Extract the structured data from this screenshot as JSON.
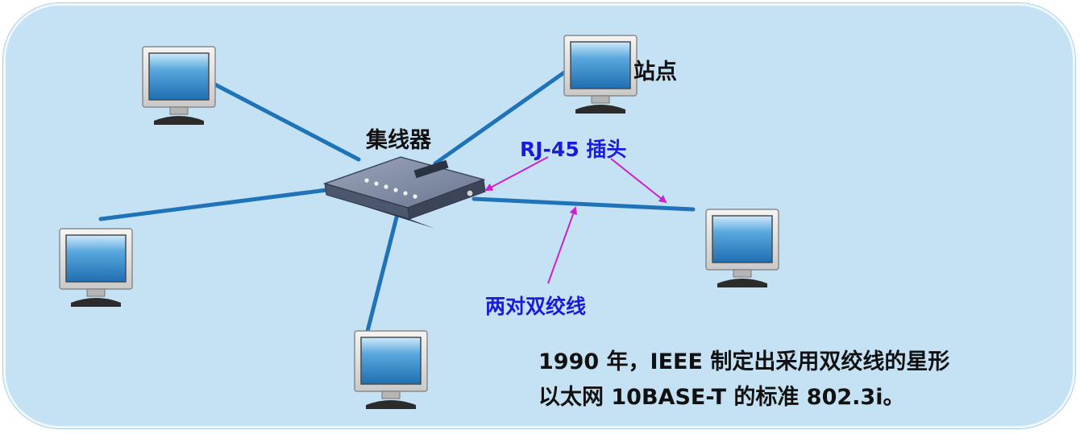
{
  "labels": {
    "hub": "集线器",
    "station": "站点",
    "rj45": "RJ-45 插头",
    "twisted_pair": "两对双绞线"
  },
  "caption": {
    "line1": "1990 年，IEEE 制定出采用双绞线的星形",
    "line2": "以太网 10BASE-T 的标准 802.3i。"
  },
  "colors": {
    "background": "#c5e2f5",
    "cable": "#1f73b8",
    "arrow": "#cc22cc",
    "label_blue": "#1a1adc",
    "screen": "#2a86c8"
  },
  "icons": [
    "computer-icon",
    "hub-icon"
  ]
}
